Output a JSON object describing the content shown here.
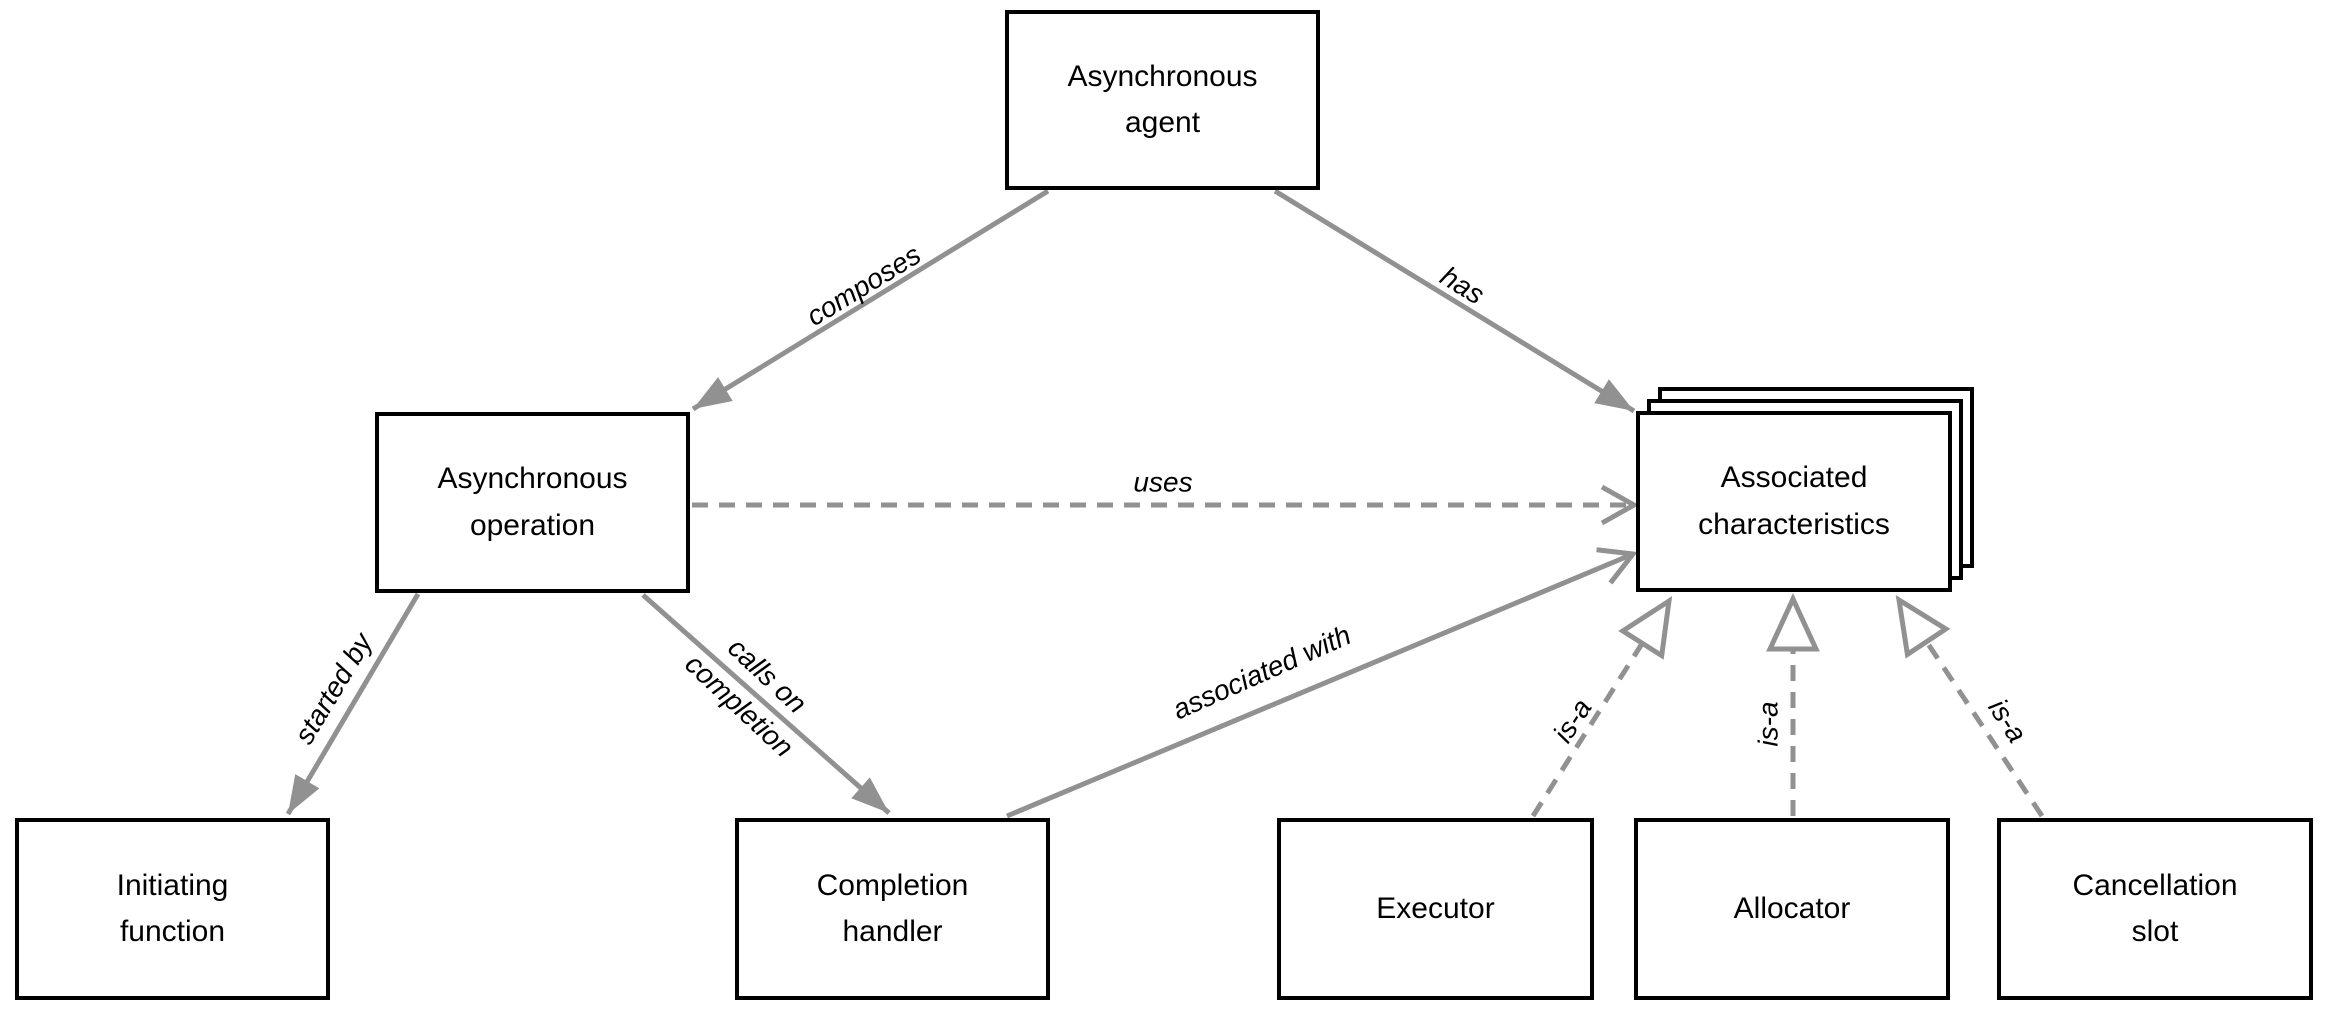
{
  "diagram": {
    "type": "uml-relationship-diagram",
    "background": "#ffffff",
    "colors": {
      "edge": "#919191",
      "node_border": "#000000",
      "node_fill": "#ffffff",
      "text": "#000000"
    },
    "nodes": [
      {
        "id": "asynchronous-agent",
        "label": "Asynchronous\nagent"
      },
      {
        "id": "asynchronous-operation",
        "label": "Asynchronous\noperation"
      },
      {
        "id": "associated-characteristics",
        "label": "Associated\ncharacteristics",
        "stacked": true,
        "stack_count": 3
      },
      {
        "id": "initiating-function",
        "label": "Initiating\nfunction"
      },
      {
        "id": "completion-handler",
        "label": "Completion\nhandler"
      },
      {
        "id": "executor",
        "label": "Executor"
      },
      {
        "id": "allocator",
        "label": "Allocator"
      },
      {
        "id": "cancellation-slot",
        "label": "Cancellation\nslot"
      }
    ],
    "edges": [
      {
        "label": "composes",
        "from": "asynchronous-agent",
        "to": "asynchronous-operation",
        "line": "solid",
        "arrowhead": "filled"
      },
      {
        "label": "has",
        "from": "asynchronous-agent",
        "to": "associated-characteristics",
        "line": "solid",
        "arrowhead": "filled"
      },
      {
        "label": "uses",
        "from": "asynchronous-operation",
        "to": "associated-characteristics",
        "line": "dashed",
        "arrowhead": "open"
      },
      {
        "label": "started by",
        "from": "asynchronous-operation",
        "to": "initiating-function",
        "line": "solid",
        "arrowhead": "filled"
      },
      {
        "label": "calls on\ncompletion",
        "from": "asynchronous-operation",
        "to": "completion-handler",
        "line": "solid",
        "arrowhead": "filled"
      },
      {
        "label": "associated with",
        "from": "completion-handler",
        "to": "associated-characteristics",
        "line": "solid",
        "arrowhead": "open"
      },
      {
        "label": "is-a",
        "from": "executor",
        "to": "associated-characteristics",
        "line": "dashed",
        "arrowhead": "hollow-triangle"
      },
      {
        "label": "is-a",
        "from": "allocator",
        "to": "associated-characteristics",
        "line": "dashed",
        "arrowhead": "hollow-triangle"
      },
      {
        "label": "is-a",
        "from": "cancellation-slot",
        "to": "associated-characteristics",
        "line": "dashed",
        "arrowhead": "hollow-triangle"
      }
    ]
  }
}
